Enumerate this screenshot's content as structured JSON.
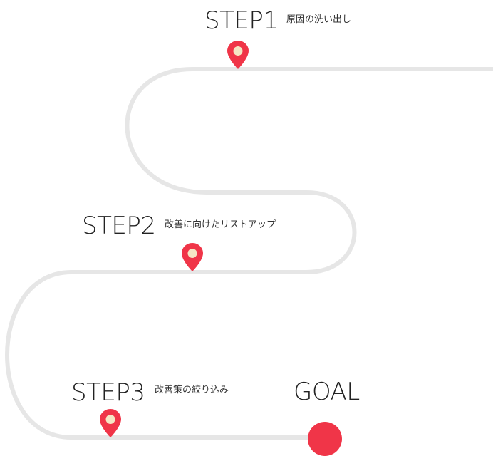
{
  "colors": {
    "road": "#e6e6e6",
    "accent": "#f03548",
    "pin_center": "#f5e6c4",
    "text": "#222222"
  },
  "steps": [
    {
      "title": "STEP1",
      "desc": "原因の洗い出し",
      "icon": "map-pin-icon"
    },
    {
      "title": "STEP2",
      "desc": "改善に向けたリストアップ",
      "icon": "map-pin-icon"
    },
    {
      "title": "STEP3",
      "desc": "改善策の絞り込み",
      "icon": "map-pin-icon"
    }
  ],
  "goal": {
    "title": "GOAL",
    "icon": "goal-dot"
  }
}
